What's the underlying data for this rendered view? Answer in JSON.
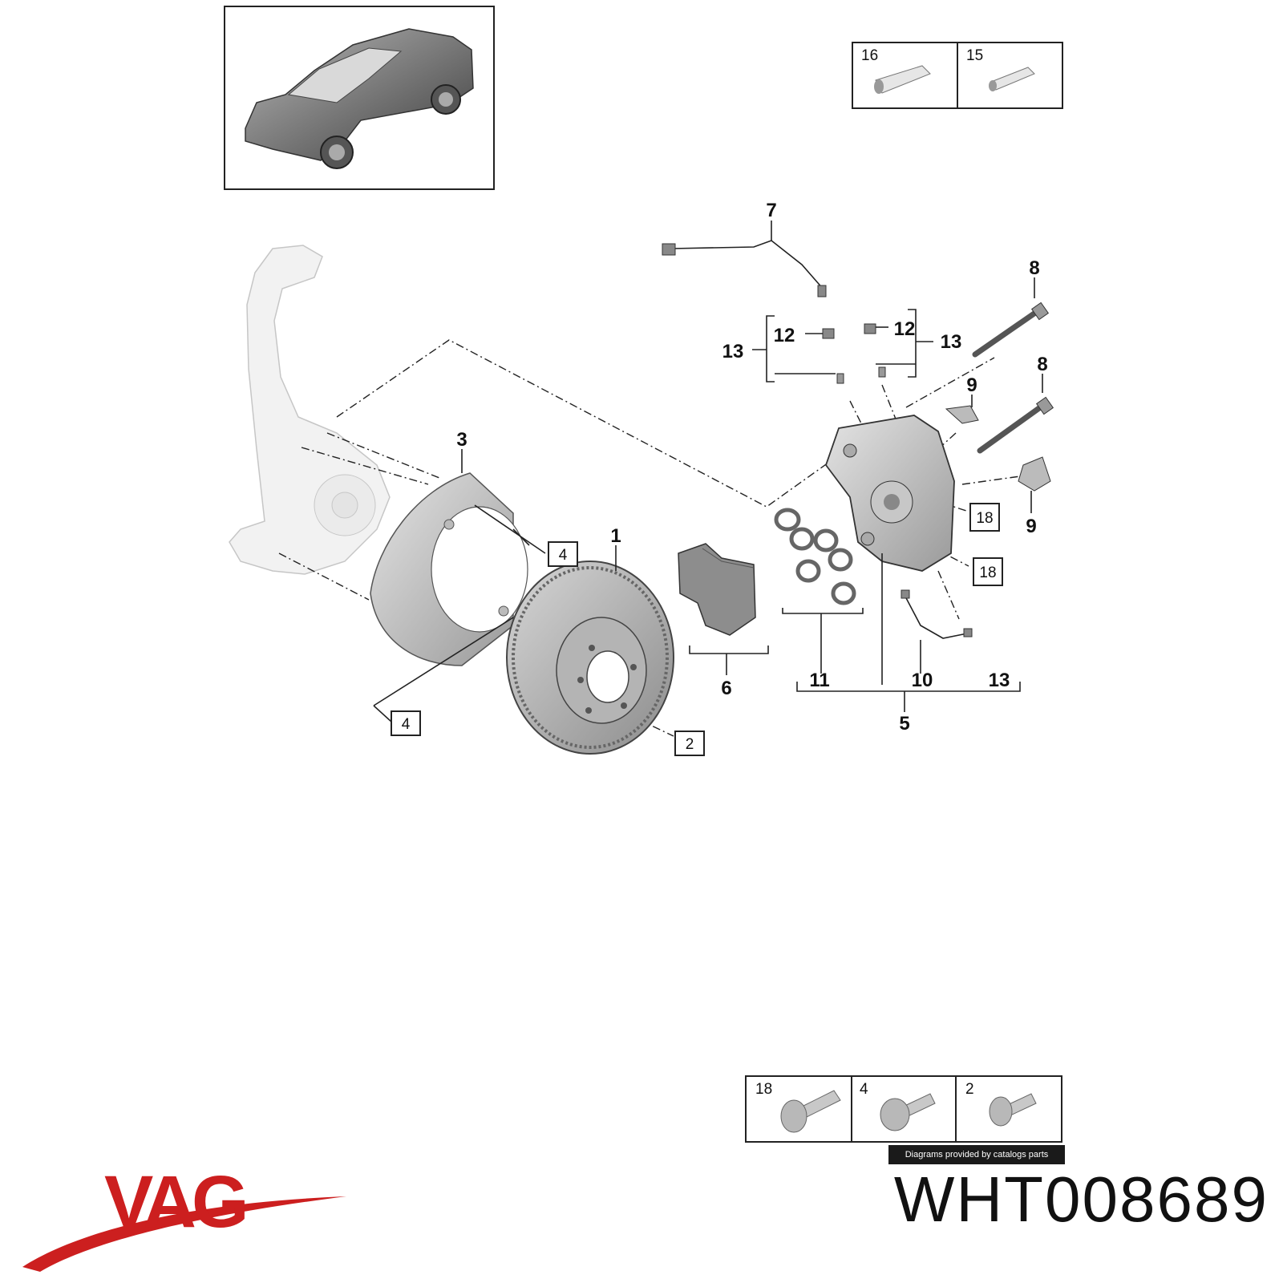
{
  "callouts": {
    "c1": "1",
    "c3": "3",
    "c5": "5",
    "c6": "6",
    "c7": "7",
    "c8a": "8",
    "c8b": "8",
    "c9a": "9",
    "c9b": "9",
    "c10": "10",
    "c11": "11",
    "c12a": "12",
    "c12b": "12",
    "c13a": "13",
    "c13b": "13",
    "c13c": "13"
  },
  "boxed_callouts": {
    "b4a": "4",
    "b4b": "4",
    "b2": "2",
    "b18a": "18",
    "b18b": "18"
  },
  "top_legend": {
    "cell1": "16",
    "cell2": "15"
  },
  "bottom_legend": {
    "cell1": "18",
    "cell2": "4",
    "cell3": "2"
  },
  "credit": "Diagrams provided by catalogs parts",
  "brand": {
    "name": "VAG",
    "color": "#cc1f1f"
  },
  "part_number": "WHT008689"
}
